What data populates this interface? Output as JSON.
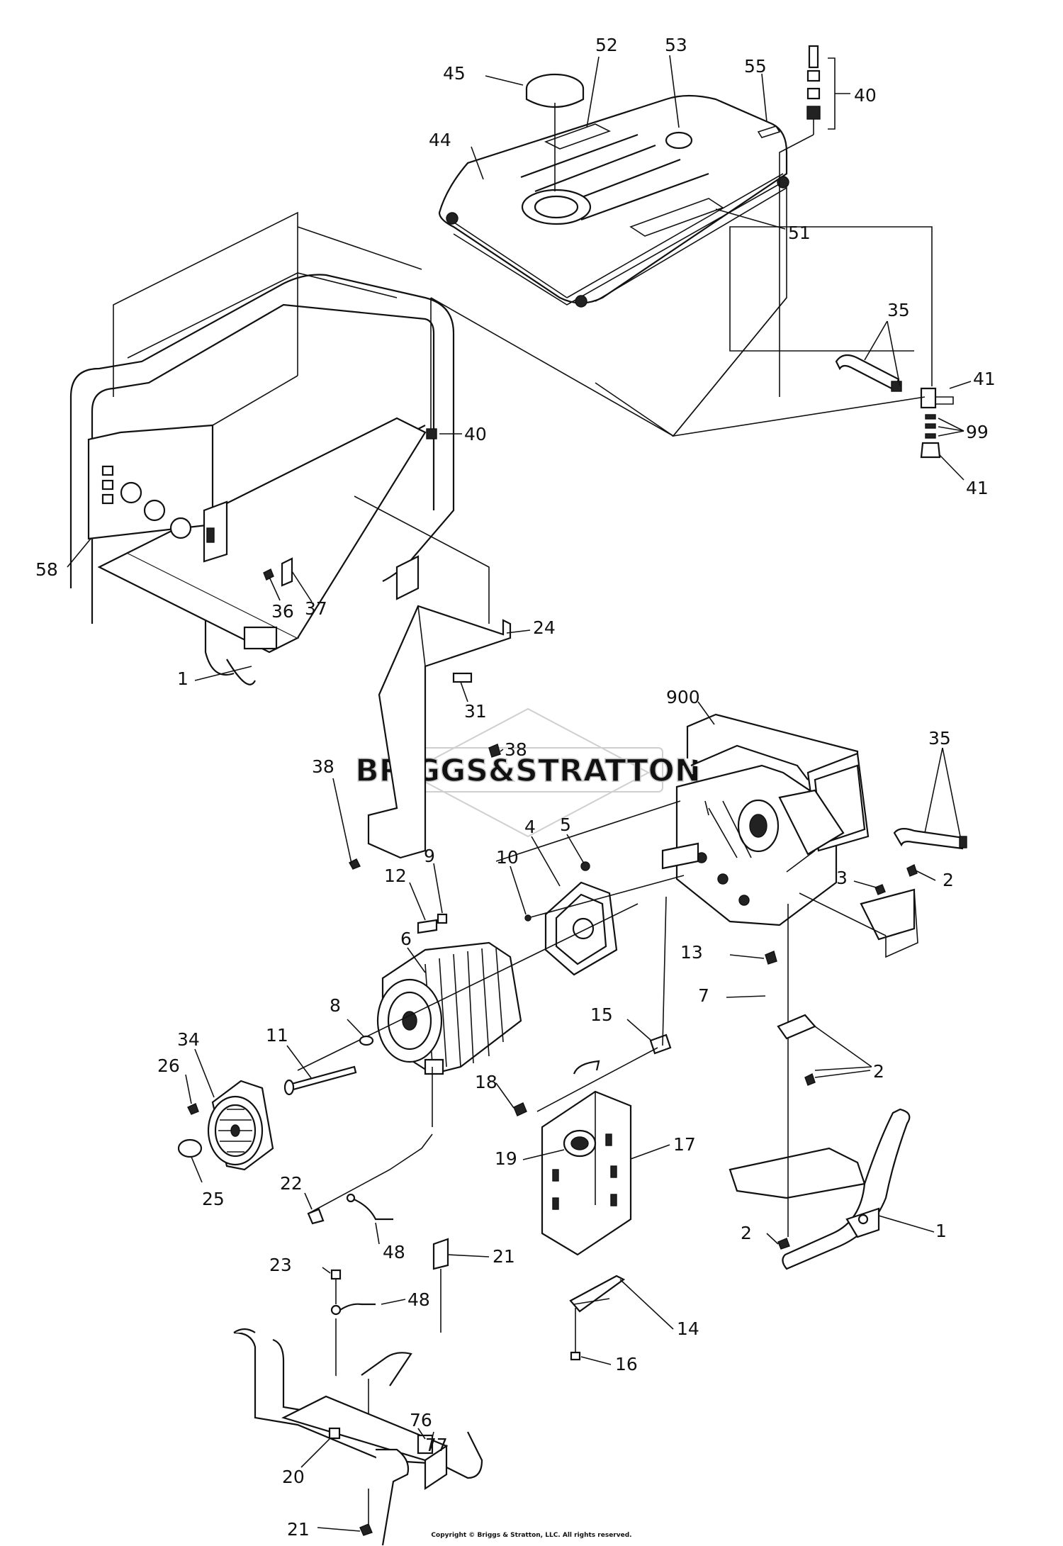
{
  "watermark": "BRIGGS&STRATTON",
  "copyright": "Copyright © Briggs & Stratton, LLC. All rights reserved.",
  "callouts": {
    "c45": "45",
    "c52": "52",
    "c53": "53",
    "c55": "55",
    "c40a": "40",
    "c44": "44",
    "c51": "51",
    "c35a": "35",
    "c41a": "41",
    "c99": "99",
    "c41b": "41",
    "c40b": "40",
    "c58": "58",
    "c36": "36",
    "c37": "37",
    "c24": "24",
    "c1a": "1",
    "c31": "31",
    "c38a": "38",
    "c38b": "38",
    "c900": "900",
    "c35b": "35",
    "c5": "5",
    "c4": "4",
    "c10": "10",
    "c9": "9",
    "c12": "12",
    "c3": "3",
    "c2a": "2",
    "c6": "6",
    "c13": "13",
    "c7": "7",
    "c8": "8",
    "c11": "11",
    "c34": "34",
    "c26": "26",
    "c15": "15",
    "c2b": "2",
    "c18": "18",
    "c17": "17",
    "c19": "19",
    "c25": "25",
    "c22": "22",
    "c1b": "1",
    "c2c": "2",
    "c48a": "48",
    "c21a": "21",
    "c23": "23",
    "c48b": "48",
    "c14": "14",
    "c16": "16",
    "c76": "76",
    "c77": "77",
    "c20": "20",
    "c21b": "21"
  }
}
